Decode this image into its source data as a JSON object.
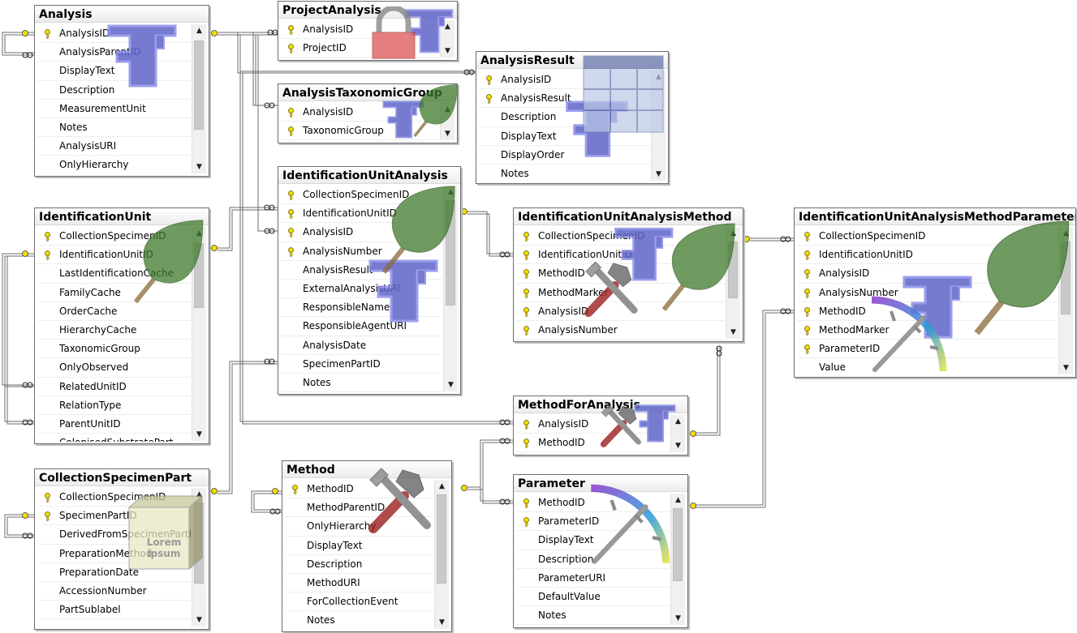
{
  "tables": {
    "analysis": {
      "title": "Analysis",
      "rows": [
        {
          "label": "AnalysisID",
          "key": true
        },
        {
          "label": "AnalysisParentID",
          "key": false
        },
        {
          "label": "DisplayText",
          "key": false
        },
        {
          "label": "Description",
          "key": false
        },
        {
          "label": "MeasurementUnit",
          "key": false
        },
        {
          "label": "Notes",
          "key": false
        },
        {
          "label": "AnalysisURI",
          "key": false
        },
        {
          "label": "OnlyHierarchy",
          "key": false
        }
      ]
    },
    "projectanalysis": {
      "title": "ProjectAnalysis",
      "rows": [
        {
          "label": "AnalysisID",
          "key": true
        },
        {
          "label": "ProjectID",
          "key": true
        }
      ]
    },
    "analysisresult": {
      "title": "AnalysisResult",
      "rows": [
        {
          "label": "AnalysisID",
          "key": true
        },
        {
          "label": "AnalysisResult",
          "key": true
        },
        {
          "label": "Description",
          "key": false
        },
        {
          "label": "DisplayText",
          "key": false
        },
        {
          "label": "DisplayOrder",
          "key": false
        },
        {
          "label": "Notes",
          "key": false
        }
      ]
    },
    "analysistaxonomicgroup": {
      "title": "AnalysisTaxonomicGroup",
      "rows": [
        {
          "label": "AnalysisID",
          "key": true
        },
        {
          "label": "TaxonomicGroup",
          "key": true
        }
      ]
    },
    "identificationunitanalysis": {
      "title": "IdentificationUnitAnalysis",
      "rows": [
        {
          "label": "CollectionSpecimenID",
          "key": true
        },
        {
          "label": "IdentificationUnitID",
          "key": true
        },
        {
          "label": "AnalysisID",
          "key": true
        },
        {
          "label": "AnalysisNumber",
          "key": true
        },
        {
          "label": "AnalysisResult",
          "key": false
        },
        {
          "label": "ExternalAnalysisURI",
          "key": false
        },
        {
          "label": "ResponsibleName",
          "key": false
        },
        {
          "label": "ResponsibleAgentURI",
          "key": false
        },
        {
          "label": "AnalysisDate",
          "key": false
        },
        {
          "label": "SpecimenPartID",
          "key": false
        },
        {
          "label": "Notes",
          "key": false
        }
      ]
    },
    "identificationunit": {
      "title": "IdentificationUnit",
      "rows": [
        {
          "label": "CollectionSpecimenID",
          "key": true
        },
        {
          "label": "IdentificationUnitID",
          "key": true
        },
        {
          "label": "LastIdentificationCache",
          "key": false
        },
        {
          "label": "FamilyCache",
          "key": false
        },
        {
          "label": "OrderCache",
          "key": false
        },
        {
          "label": "HierarchyCache",
          "key": false
        },
        {
          "label": "TaxonomicGroup",
          "key": false
        },
        {
          "label": "OnlyObserved",
          "key": false
        },
        {
          "label": "RelatedUnitID",
          "key": false
        },
        {
          "label": "RelationType",
          "key": false
        },
        {
          "label": "ParentUnitID",
          "key": false
        },
        {
          "label": "ColonisedSubstratePart",
          "key": false
        }
      ]
    },
    "iuam": {
      "title": "IdentificationUnitAnalysisMethod",
      "rows": [
        {
          "label": "CollectionSpecimenID",
          "key": true
        },
        {
          "label": "IdentificationUnitID",
          "key": true
        },
        {
          "label": "MethodID",
          "key": true
        },
        {
          "label": "MethodMarker",
          "key": true
        },
        {
          "label": "AnalysisID",
          "key": true
        },
        {
          "label": "AnalysisNumber",
          "key": true
        }
      ]
    },
    "iuamp": {
      "title": "IdentificationUnitAnalysisMethodParameter",
      "rows": [
        {
          "label": "CollectionSpecimenID",
          "key": true
        },
        {
          "label": "IdentificationUnitID",
          "key": true
        },
        {
          "label": "AnalysisID",
          "key": true
        },
        {
          "label": "AnalysisNumber",
          "key": true
        },
        {
          "label": "MethodID",
          "key": true
        },
        {
          "label": "MethodMarker",
          "key": true
        },
        {
          "label": "ParameterID",
          "key": true
        },
        {
          "label": "Value",
          "key": false
        }
      ]
    },
    "methodforanalysis": {
      "title": "MethodForAnalysis",
      "rows": [
        {
          "label": "AnalysisID",
          "key": true
        },
        {
          "label": "MethodID",
          "key": true
        }
      ]
    },
    "collectionspecimenpart": {
      "title": "CollectionSpecimenPart",
      "overlay_text": "Lorem ipsum",
      "rows": [
        {
          "label": "CollectionSpecimenID",
          "key": true
        },
        {
          "label": "SpecimenPartID",
          "key": true
        },
        {
          "label": "DerivedFromSpecimenPartID",
          "key": false
        },
        {
          "label": "PreparationMethod",
          "key": false
        },
        {
          "label": "PreparationDate",
          "key": false
        },
        {
          "label": "AccessionNumber",
          "key": false
        },
        {
          "label": "PartSublabel",
          "key": false
        }
      ]
    },
    "method": {
      "title": "Method",
      "rows": [
        {
          "label": "MethodID",
          "key": true
        },
        {
          "label": "MethodParentID",
          "key": false
        },
        {
          "label": "OnlyHierarchy",
          "key": false
        },
        {
          "label": "DisplayText",
          "key": false
        },
        {
          "label": "Description",
          "key": false
        },
        {
          "label": "MethodURI",
          "key": false
        },
        {
          "label": "ForCollectionEvent",
          "key": false
        },
        {
          "label": "Notes",
          "key": false
        }
      ]
    },
    "parameter": {
      "title": "Parameter",
      "rows": [
        {
          "label": "MethodID",
          "key": true
        },
        {
          "label": "ParameterID",
          "key": true
        },
        {
          "label": "DisplayText",
          "key": false
        },
        {
          "label": "Description",
          "key": false
        },
        {
          "label": "ParameterURI",
          "key": false
        },
        {
          "label": "DefaultValue",
          "key": false
        },
        {
          "label": "Notes",
          "key": false
        }
      ]
    }
  },
  "icons": {
    "key": "primary-key-icon",
    "ruler": "ruler-icon",
    "lock": "lock-icon",
    "leaf": "leaf-icon",
    "grid": "grid-icon",
    "tools": "tools-icon",
    "gauge": "gauge-icon",
    "box": "box-icon"
  },
  "colors": {
    "key_gold": "#e3c800",
    "line": "#6b6b6b",
    "ruler": "#5f64c8",
    "leaf": "#3f7a2c"
  }
}
